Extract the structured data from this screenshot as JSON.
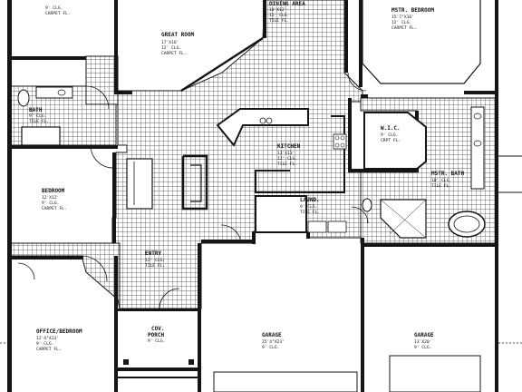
{
  "rooms": {
    "bedroom_top": {
      "title": "",
      "dims": "",
      "ceiling": "9' CLG.",
      "floor": "CARPET FL."
    },
    "great_room": {
      "title": "GREAT ROOM",
      "dims": "17'X16'",
      "ceiling": "12' CLG.",
      "floor": "CARPET FL."
    },
    "dining_area": {
      "title": "DINING AREA",
      "dims": "10'X12'",
      "ceiling": "12' CLG.",
      "floor": "TILE FL."
    },
    "master_bedroom": {
      "title": "MSTR. BEDROOM",
      "dims": "15'7\"X16'",
      "ceiling": "12' CLG.",
      "floor": "CARPET FL."
    },
    "bath": {
      "title": "BATH",
      "dims": "",
      "ceiling": "9' CLG.",
      "floor": "TILE FL."
    },
    "kitchen": {
      "title": "KITCHEN",
      "dims": "13'X13'",
      "ceiling": "12' CLG.",
      "floor": "TILE FL."
    },
    "wic": {
      "title": "W.I.C.",
      "dims": "",
      "ceiling": "9' CLG.",
      "floor": "CRPT FL."
    },
    "master_bath": {
      "title": "MSTR. BATH",
      "dims": "",
      "ceiling": "10' CLG.",
      "floor": "TILE FL."
    },
    "bedroom": {
      "title": "BEDROOM",
      "dims": "12'X12'",
      "ceiling": "9' CLG.",
      "floor": "CARPET FL."
    },
    "laundry": {
      "title": "LAUND.",
      "dims": "",
      "ceiling": "9' CLG.",
      "floor": "TILE FL."
    },
    "entry": {
      "title": "ENTRY",
      "dims": "",
      "ceiling": "12' CLG.",
      "floor": "TILE FL."
    },
    "office_bedroom": {
      "title": "OFFICE/BEDROOM",
      "dims": "12'4\"X13'",
      "ceiling": "9' CLG.",
      "floor": "CARPET FL."
    },
    "covered_porch": {
      "title": "COV.",
      "subtitle": "PORCH",
      "ceiling": "9' CLG."
    },
    "garage_left": {
      "title": "GARAGE",
      "dims": "25'4\"X23'",
      "ceiling": "9' CLG."
    },
    "garage_right": {
      "title": "GARAGE",
      "dims": "13'X20'",
      "ceiling": "9' CLG."
    }
  }
}
